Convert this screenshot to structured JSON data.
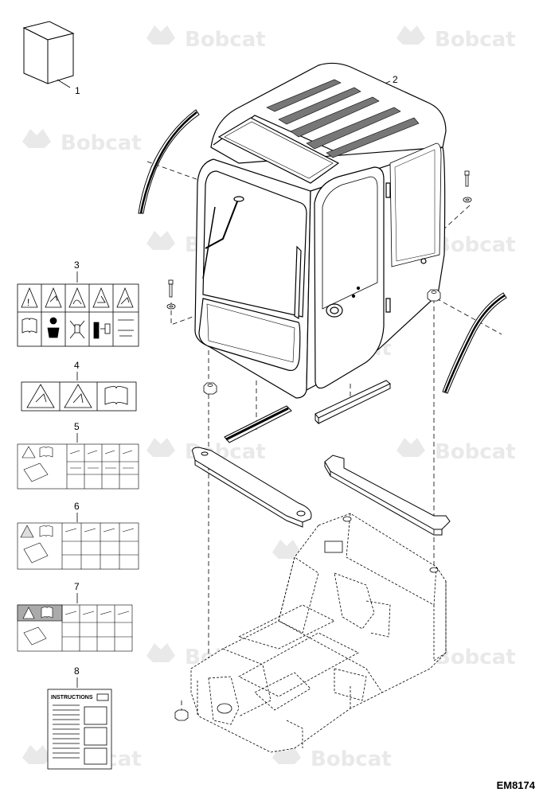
{
  "watermark": {
    "text": "Bobcat"
  },
  "callouts": [
    "1",
    "2",
    "3",
    "4",
    "5",
    "6",
    "7",
    "8"
  ],
  "instructions_label": "INSTRUCTIONS",
  "drawing_code": "EM8174",
  "icons": [
    "carton-box-icon",
    "cab-assembly-icon",
    "warning-decal-icon",
    "safety-decal-icon",
    "operation-decal-icon",
    "instructions-manual-icon",
    "cab-seal-icon",
    "bolt-icon",
    "washer-icon",
    "nut-icon",
    "spacer-bar-icon",
    "frame-icon"
  ]
}
